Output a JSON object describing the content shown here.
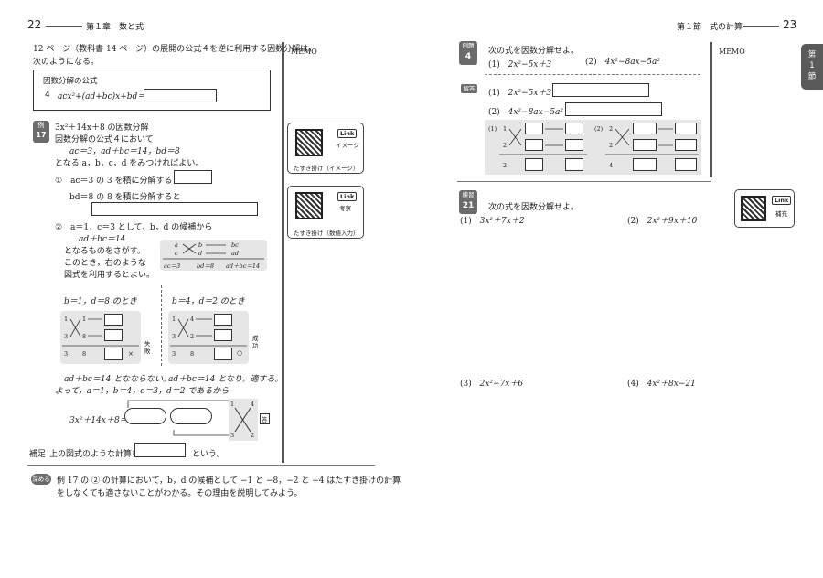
{
  "left_page": {
    "page_number": "22",
    "chapter": "第１章　数と式",
    "intro": [
      "12 ページ（教科書 14 ページ）の展開の公式４を逆に利用する因数分解は，",
      "次のようになる。"
    ],
    "formula_box": {
      "title": "因数分解の公式",
      "number": "4",
      "expression": "acx²+(ad+bc)x+bd＝"
    },
    "example": {
      "badge_label": "例",
      "badge_number": "17",
      "title": "3x²＋14x＋8 の因数分解",
      "lines": [
        "因数分解の公式４において",
        "ac＝3，ad＋bc＝14，bd＝8",
        "となる a，b，c，d をみつければよい。"
      ],
      "step1_a": "①　ac＝3 の 3 を積に分解すると",
      "step1_b": "bd＝8 の 8 を積に分解すると",
      "step2_lines": [
        "②　a＝1，c＝3 として，b，d の候補から",
        "ad＋bc＝14",
        "となるものをさがす。",
        "このとき，右のような",
        "図式を利用するとよい。"
      ],
      "diagram": {
        "a": "a",
        "c": "c",
        "b": "b",
        "d": "d",
        "bc": "bc",
        "ad": "ad",
        "ac3": "ac＝3",
        "bd8": "bd＝8",
        "sum": "ad＋bc＝14"
      },
      "case1_title": "b＝1，d＝8 のとき",
      "case2_title": "b＝4，d＝2 のとき",
      "case1": {
        "top_l": "1",
        "top_r": "1",
        "bot_l": "3",
        "bot_r": "8",
        "sum_l": "3",
        "sum_r": "8",
        "mark": "×",
        "label": "失敗"
      },
      "case2": {
        "top_l": "1",
        "top_r": "4",
        "bot_l": "3",
        "bot_r": "2",
        "sum_l": "3",
        "sum_r": "8",
        "mark": "○",
        "label": "成功"
      },
      "conclusion1": "ad＋bc＝14 となならない。",
      "conclusion2": "ad＋bc＝14 となり，適する。",
      "therefore": "よって，a＝1，b＝4，c＝3，d＝2 であるから",
      "final_expr": "3x²＋14x＋8＝",
      "final_cross": {
        "tl": "1",
        "tr": "4",
        "bl": "3",
        "br": "2"
      },
      "answer_mark": "答"
    },
    "supplement": {
      "label": "補足",
      "text_before": "上の図式のような計算を",
      "text_after": "という。"
    },
    "deepen": {
      "label": "深める",
      "lines": [
        "例 17 の ② の計算において，b，d の候補として −1 と −8，−2 と −4 はたすき掛けの計算",
        "をしなくても適さないことがわかる。その理由を説明してみよう。"
      ]
    },
    "memo": {
      "title": "MEMO",
      "links": [
        {
          "tag": "Link",
          "sub": "イメージ",
          "caption": "たすき掛け（イメージ）"
        },
        {
          "tag": "Link",
          "sub": "考察",
          "caption": "たすき掛け（数値入力）"
        }
      ]
    }
  },
  "right_page": {
    "page_number": "23",
    "section": "第１節　式の計算",
    "side_tab": [
      "第",
      "1",
      "節"
    ],
    "memo_title": "MEMO",
    "example4": {
      "badge_label": "例題",
      "badge_number": "4",
      "instruction": "次の式を因数分解せよ。",
      "problems": [
        {
          "num": "(1)",
          "expr": "2x²−5x＋3"
        },
        {
          "num": "(2)",
          "expr": "4x²−8ax−5a²"
        }
      ],
      "solution_label": "解答",
      "solutions": [
        {
          "num": "(1)",
          "expr": "2x²−5x＋3＝"
        },
        {
          "num": "(2)",
          "expr": "4x²−8ax−5a²＝"
        }
      ],
      "cross1": {
        "num": "(1)",
        "tl": "1",
        "bl": "2",
        "sum": "2"
      },
      "cross2": {
        "num": "(2)",
        "tl": "2",
        "bl": "2",
        "sum": "4"
      }
    },
    "practice21": {
      "badge_label": "練習",
      "badge_number": "21",
      "instruction": "次の式を因数分解せよ。",
      "link": {
        "tag": "Link",
        "sub": "補充"
      },
      "problems": [
        {
          "num": "(1)",
          "expr": "3x²＋7x＋2"
        },
        {
          "num": "(2)",
          "expr": "2x²＋9x＋10"
        },
        {
          "num": "(3)",
          "expr": "2x²−7x＋6"
        },
        {
          "num": "(4)",
          "expr": "4x²＋8x−21"
        }
      ]
    }
  }
}
